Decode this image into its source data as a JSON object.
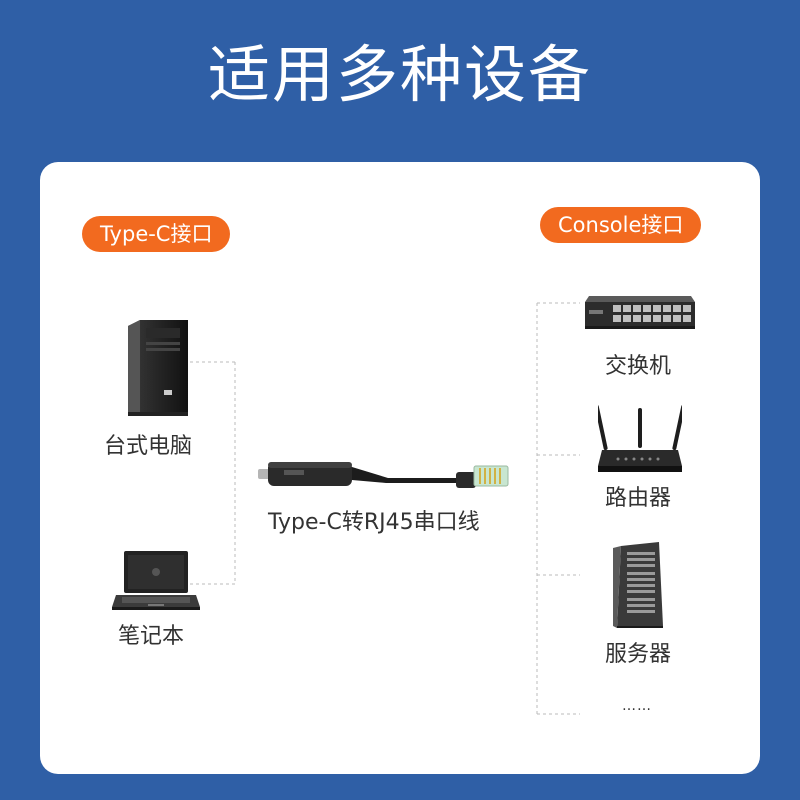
{
  "page": {
    "title": "适用多种设备"
  },
  "left": {
    "pill_label": "Type-C接口",
    "devices": [
      {
        "label": "台式电脑",
        "icon": "desktop-pc-icon"
      },
      {
        "label": "笔记本",
        "icon": "laptop-icon"
      }
    ]
  },
  "cable": {
    "label": "Type-C转RJ45串口线",
    "icon": "usb-c-to-rj45-cable-icon"
  },
  "right": {
    "pill_label": "Console接口",
    "devices": [
      {
        "label": "交换机",
        "icon": "network-switch-icon"
      },
      {
        "label": "路由器",
        "icon": "router-icon"
      },
      {
        "label": "服务器",
        "icon": "server-tower-icon"
      }
    ],
    "more": "……"
  },
  "colors": {
    "background": "#2f5fa6",
    "card": "#ffffff",
    "accent": "#f26a1f",
    "text": "#333333"
  }
}
